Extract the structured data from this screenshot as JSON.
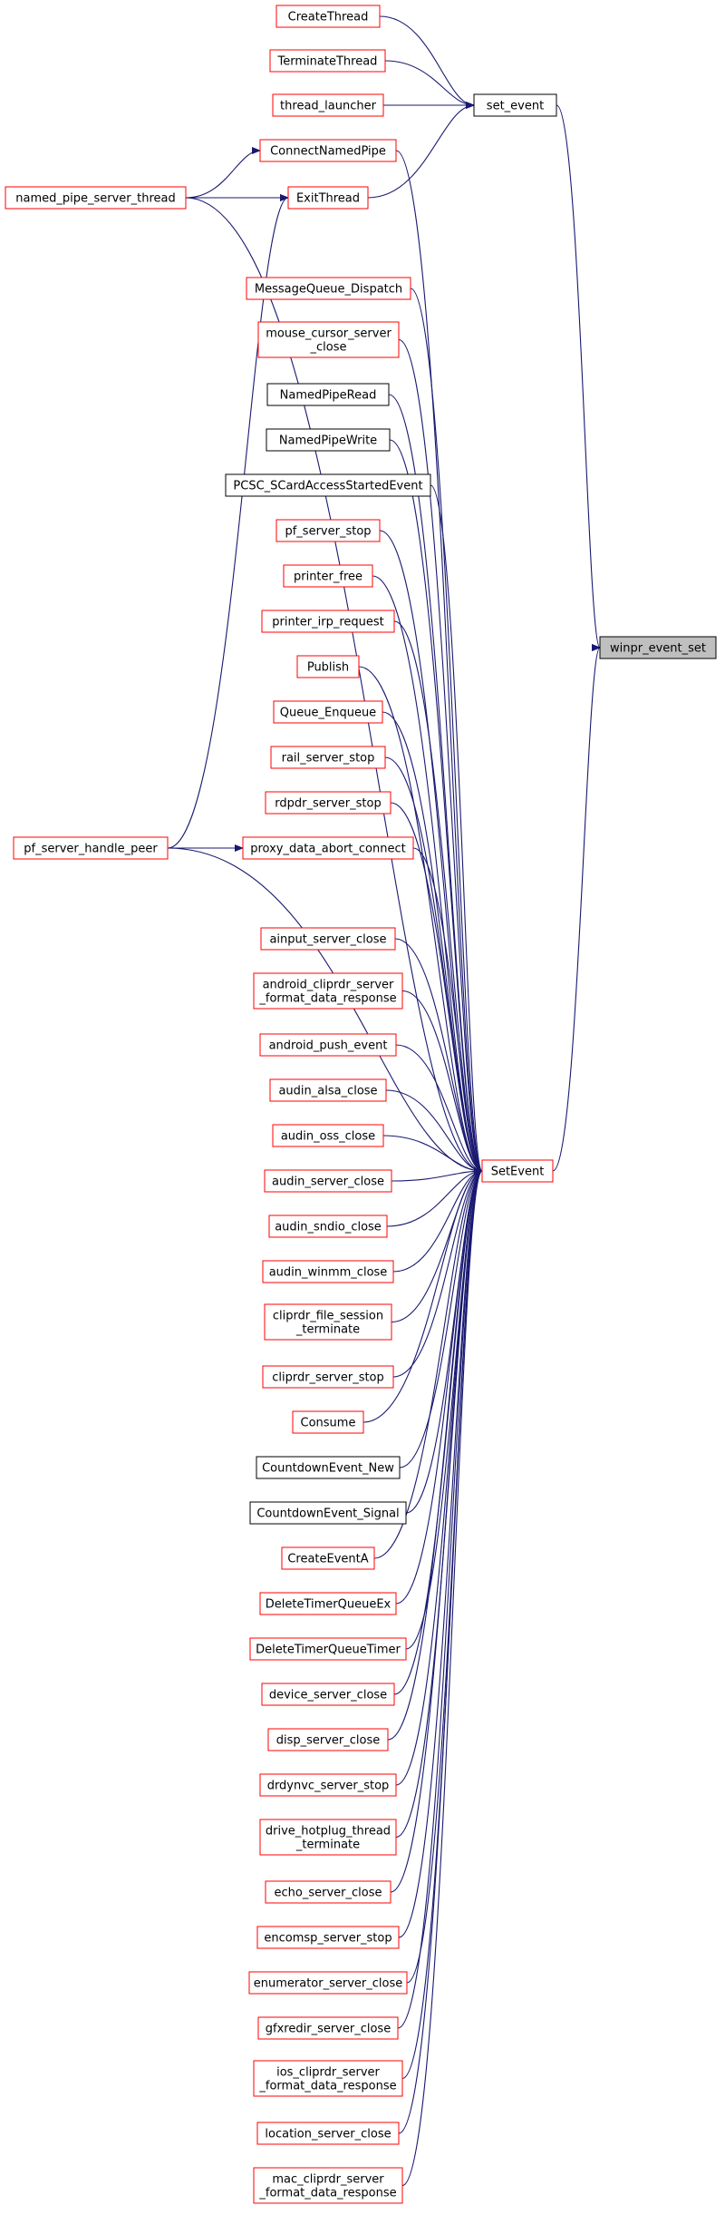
{
  "target": {
    "id": "n_winpr_event_set",
    "label": "winpr_event_set",
    "style": "target"
  },
  "nodes": [
    {
      "id": "n_CreateThread",
      "lines": [
        "CreateThread"
      ],
      "style": "red"
    },
    {
      "id": "n_TerminateThread",
      "lines": [
        "TerminateThread"
      ],
      "style": "red"
    },
    {
      "id": "n_thread_launcher",
      "lines": [
        "thread_launcher"
      ],
      "style": "red"
    },
    {
      "id": "n_set_event",
      "lines": [
        "set_event"
      ],
      "style": "black"
    },
    {
      "id": "n_ConnectNamedPipe",
      "lines": [
        "ConnectNamedPipe"
      ],
      "style": "red"
    },
    {
      "id": "n_named_pipe_server_thread",
      "lines": [
        "named_pipe_server_thread"
      ],
      "style": "red"
    },
    {
      "id": "n_ExitThread",
      "lines": [
        "ExitThread"
      ],
      "style": "red"
    },
    {
      "id": "n_MessageQueue_Dispatch",
      "lines": [
        "MessageQueue_Dispatch"
      ],
      "style": "red"
    },
    {
      "id": "n_mouse_cursor_server_close",
      "lines": [
        "mouse_cursor_server",
        "_close"
      ],
      "style": "red"
    },
    {
      "id": "n_NamedPipeRead",
      "lines": [
        "NamedPipeRead"
      ],
      "style": "black"
    },
    {
      "id": "n_NamedPipeWrite",
      "lines": [
        "NamedPipeWrite"
      ],
      "style": "black"
    },
    {
      "id": "n_PCSC_SCardAccessStartedEvent",
      "lines": [
        "PCSC_SCardAccessStartedEvent"
      ],
      "style": "black"
    },
    {
      "id": "n_pf_server_stop",
      "lines": [
        "pf_server_stop"
      ],
      "style": "red"
    },
    {
      "id": "n_printer_free",
      "lines": [
        "printer_free"
      ],
      "style": "red"
    },
    {
      "id": "n_printer_irp_request",
      "lines": [
        "printer_irp_request"
      ],
      "style": "red"
    },
    {
      "id": "n_Publish",
      "lines": [
        "Publish"
      ],
      "style": "red"
    },
    {
      "id": "n_Queue_Enqueue",
      "lines": [
        "Queue_Enqueue"
      ],
      "style": "red"
    },
    {
      "id": "n_rail_server_stop",
      "lines": [
        "rail_server_stop"
      ],
      "style": "red"
    },
    {
      "id": "n_rdpdr_server_stop",
      "lines": [
        "rdpdr_server_stop"
      ],
      "style": "red"
    },
    {
      "id": "n_pf_server_handle_peer",
      "lines": [
        "pf_server_handle_peer"
      ],
      "style": "red"
    },
    {
      "id": "n_proxy_data_abort_connect",
      "lines": [
        "proxy_data_abort_connect"
      ],
      "style": "red"
    },
    {
      "id": "n_ainput_server_close",
      "lines": [
        "ainput_server_close"
      ],
      "style": "red"
    },
    {
      "id": "n_android_cliprdr_server_format_data_response",
      "lines": [
        "android_cliprdr_server",
        "_format_data_response"
      ],
      "style": "red"
    },
    {
      "id": "n_android_push_event",
      "lines": [
        "android_push_event"
      ],
      "style": "red"
    },
    {
      "id": "n_audin_alsa_close",
      "lines": [
        "audin_alsa_close"
      ],
      "style": "red"
    },
    {
      "id": "n_audin_oss_close",
      "lines": [
        "audin_oss_close"
      ],
      "style": "red"
    },
    {
      "id": "n_audin_server_close",
      "lines": [
        "audin_server_close"
      ],
      "style": "red"
    },
    {
      "id": "n_audin_sndio_close",
      "lines": [
        "audin_sndio_close"
      ],
      "style": "red"
    },
    {
      "id": "n_audin_winmm_close",
      "lines": [
        "audin_winmm_close"
      ],
      "style": "red"
    },
    {
      "id": "n_cliprdr_file_session_terminate",
      "lines": [
        "cliprdr_file_session",
        "_terminate"
      ],
      "style": "red"
    },
    {
      "id": "n_cliprdr_server_stop",
      "lines": [
        "cliprdr_server_stop"
      ],
      "style": "red"
    },
    {
      "id": "n_Consume",
      "lines": [
        "Consume"
      ],
      "style": "red"
    },
    {
      "id": "n_CountdownEvent_New",
      "lines": [
        "CountdownEvent_New"
      ],
      "style": "black"
    },
    {
      "id": "n_CountdownEvent_Signal",
      "lines": [
        "CountdownEvent_Signal"
      ],
      "style": "black"
    },
    {
      "id": "n_CreateEventA",
      "lines": [
        "CreateEventA"
      ],
      "style": "red"
    },
    {
      "id": "n_DeleteTimerQueueEx",
      "lines": [
        "DeleteTimerQueueEx"
      ],
      "style": "red"
    },
    {
      "id": "n_DeleteTimerQueueTimer",
      "lines": [
        "DeleteTimerQueueTimer"
      ],
      "style": "red"
    },
    {
      "id": "n_device_server_close",
      "lines": [
        "device_server_close"
      ],
      "style": "red"
    },
    {
      "id": "n_disp_server_close",
      "lines": [
        "disp_server_close"
      ],
      "style": "red"
    },
    {
      "id": "n_drdynvc_server_stop",
      "lines": [
        "drdynvc_server_stop"
      ],
      "style": "red"
    },
    {
      "id": "n_drive_hotplug_thread_terminate",
      "lines": [
        "drive_hotplug_thread",
        "_terminate"
      ],
      "style": "red"
    },
    {
      "id": "n_echo_server_close",
      "lines": [
        "echo_server_close"
      ],
      "style": "red"
    },
    {
      "id": "n_encomsp_server_stop",
      "lines": [
        "encomsp_server_stop"
      ],
      "style": "red"
    },
    {
      "id": "n_enumerator_server_close",
      "lines": [
        "enumerator_server_close"
      ],
      "style": "red"
    },
    {
      "id": "n_gfxredir_server_close",
      "lines": [
        "gfxredir_server_close"
      ],
      "style": "red"
    },
    {
      "id": "n_ios_cliprdr_server_format_data_response",
      "lines": [
        "ios_cliprdr_server",
        "_format_data_response"
      ],
      "style": "red"
    },
    {
      "id": "n_location_server_close",
      "lines": [
        "location_server_close"
      ],
      "style": "red"
    },
    {
      "id": "n_mac_cliprdr_server_format_data_response",
      "lines": [
        "mac_cliprdr_server",
        "_format_data_response"
      ],
      "style": "red"
    },
    {
      "id": "n_SetEvent",
      "lines": [
        "SetEvent"
      ],
      "style": "red"
    }
  ],
  "edges": [
    {
      "from": "n_set_event",
      "to": "n_winpr_event_set"
    },
    {
      "from": "n_SetEvent",
      "to": "n_winpr_event_set"
    },
    {
      "from": "n_CreateThread",
      "to": "n_set_event"
    },
    {
      "from": "n_TerminateThread",
      "to": "n_set_event"
    },
    {
      "from": "n_thread_launcher",
      "to": "n_set_event"
    },
    {
      "from": "n_ExitThread",
      "to": "n_set_event"
    },
    {
      "from": "n_named_pipe_server_thread",
      "to": "n_ConnectNamedPipe"
    },
    {
      "from": "n_named_pipe_server_thread",
      "to": "n_ExitThread"
    },
    {
      "from": "n_pf_server_handle_peer",
      "to": "n_ExitThread"
    },
    {
      "from": "n_pf_server_handle_peer",
      "to": "n_proxy_data_abort_connect"
    },
    {
      "from": "n_ConnectNamedPipe",
      "to": "n_SetEvent"
    },
    {
      "from": "n_named_pipe_server_thread",
      "to": "n_SetEvent"
    },
    {
      "from": "n_MessageQueue_Dispatch",
      "to": "n_SetEvent"
    },
    {
      "from": "n_mouse_cursor_server_close",
      "to": "n_SetEvent"
    },
    {
      "from": "n_NamedPipeRead",
      "to": "n_SetEvent"
    },
    {
      "from": "n_NamedPipeWrite",
      "to": "n_SetEvent"
    },
    {
      "from": "n_PCSC_SCardAccessStartedEvent",
      "to": "n_SetEvent"
    },
    {
      "from": "n_pf_server_stop",
      "to": "n_SetEvent"
    },
    {
      "from": "n_printer_free",
      "to": "n_SetEvent"
    },
    {
      "from": "n_printer_irp_request",
      "to": "n_SetEvent"
    },
    {
      "from": "n_Publish",
      "to": "n_SetEvent"
    },
    {
      "from": "n_Queue_Enqueue",
      "to": "n_SetEvent"
    },
    {
      "from": "n_rail_server_stop",
      "to": "n_SetEvent"
    },
    {
      "from": "n_rdpdr_server_stop",
      "to": "n_SetEvent"
    },
    {
      "from": "n_proxy_data_abort_connect",
      "to": "n_SetEvent"
    },
    {
      "from": "n_pf_server_handle_peer",
      "to": "n_SetEvent"
    },
    {
      "from": "n_ainput_server_close",
      "to": "n_SetEvent"
    },
    {
      "from": "n_android_cliprdr_server_format_data_response",
      "to": "n_SetEvent"
    },
    {
      "from": "n_android_push_event",
      "to": "n_SetEvent"
    },
    {
      "from": "n_audin_alsa_close",
      "to": "n_SetEvent"
    },
    {
      "from": "n_audin_oss_close",
      "to": "n_SetEvent"
    },
    {
      "from": "n_audin_server_close",
      "to": "n_SetEvent"
    },
    {
      "from": "n_audin_sndio_close",
      "to": "n_SetEvent"
    },
    {
      "from": "n_audin_winmm_close",
      "to": "n_SetEvent"
    },
    {
      "from": "n_cliprdr_file_session_terminate",
      "to": "n_SetEvent"
    },
    {
      "from": "n_cliprdr_server_stop",
      "to": "n_SetEvent"
    },
    {
      "from": "n_Consume",
      "to": "n_SetEvent"
    },
    {
      "from": "n_CountdownEvent_New",
      "to": "n_SetEvent"
    },
    {
      "from": "n_CountdownEvent_Signal",
      "to": "n_SetEvent"
    },
    {
      "from": "n_CreateEventA",
      "to": "n_SetEvent"
    },
    {
      "from": "n_DeleteTimerQueueEx",
      "to": "n_SetEvent"
    },
    {
      "from": "n_DeleteTimerQueueTimer",
      "to": "n_SetEvent"
    },
    {
      "from": "n_device_server_close",
      "to": "n_SetEvent"
    },
    {
      "from": "n_disp_server_close",
      "to": "n_SetEvent"
    },
    {
      "from": "n_drdynvc_server_stop",
      "to": "n_SetEvent"
    },
    {
      "from": "n_drive_hotplug_thread_terminate",
      "to": "n_SetEvent"
    },
    {
      "from": "n_echo_server_close",
      "to": "n_SetEvent"
    },
    {
      "from": "n_encomsp_server_stop",
      "to": "n_SetEvent"
    },
    {
      "from": "n_enumerator_server_close",
      "to": "n_SetEvent"
    },
    {
      "from": "n_gfxredir_server_close",
      "to": "n_SetEvent"
    },
    {
      "from": "n_ios_cliprdr_server_format_data_response",
      "to": "n_SetEvent"
    },
    {
      "from": "n_location_server_close",
      "to": "n_SetEvent"
    },
    {
      "from": "n_mac_cliprdr_server_format_data_response",
      "to": "n_SetEvent"
    }
  ],
  "colors": {
    "edge": "#191970",
    "red_border": "#ff0000",
    "black_border": "#000000",
    "target_fill": "#bfbfbf",
    "node_fill": "#ffffff",
    "text": "#000000"
  }
}
